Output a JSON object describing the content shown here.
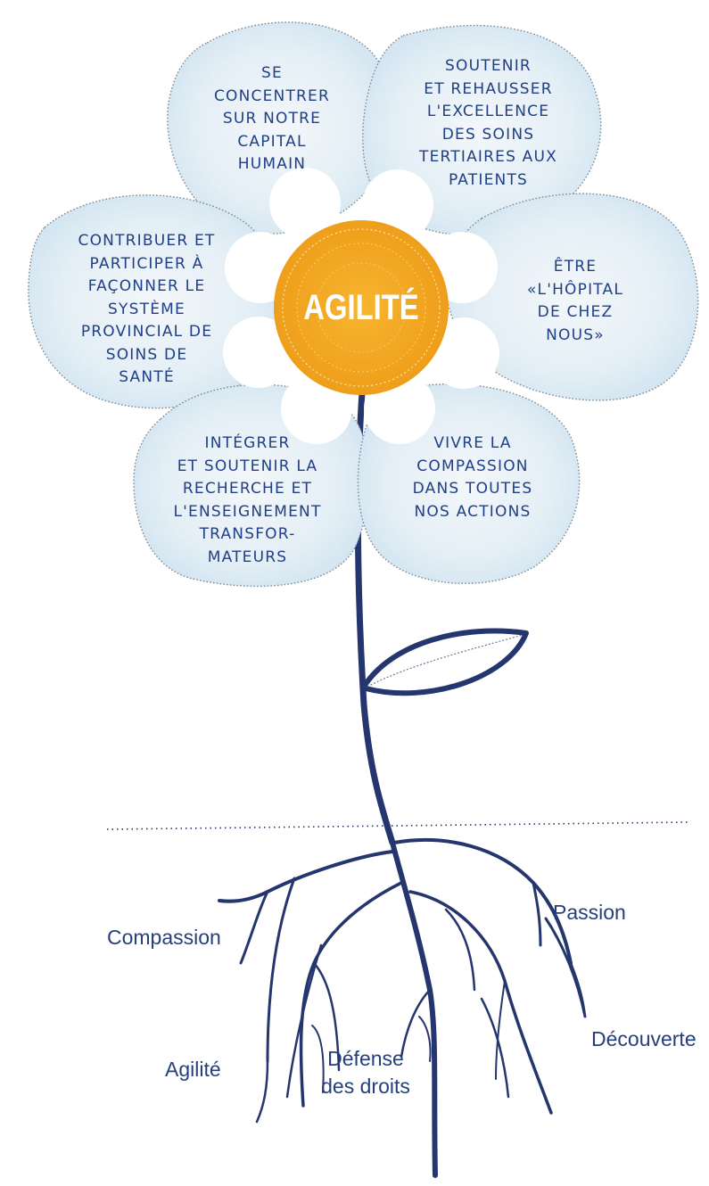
{
  "center": {
    "label": "AGILITÉ"
  },
  "petals": [
    {
      "id": "top-left",
      "text": "SE\nCONCENTRER\nSUR NOTRE\nCAPITAL\nHUMAIN"
    },
    {
      "id": "top-right",
      "text": "SOUTENIR\nET REHAUSSER\nL'EXCELLENCE\nDES SOINS\nTERTIAIRES AUX\nPATIENTS"
    },
    {
      "id": "left",
      "text": "CONTRIBUER ET\nPARTICIPER À\nFAÇONNER LE\nSYSTÈME\nPROVINCIAL DE\nSOINS DE\nSANTÉ"
    },
    {
      "id": "right",
      "text": "ÊTRE\n«L'HÔPITAL\nDE CHEZ\nNOUS»"
    },
    {
      "id": "bottom-left",
      "text": "INTÉGRER\nET SOUTENIR LA\nRECHERCHE ET\nL'ENSEIGNEMENT\nTRANSFOR-\nMATEURS"
    },
    {
      "id": "bottom-right",
      "text": "VIVRE LA\nCOMPASSION\nDANS TOUTES\nNOS ACTIONS"
    }
  ],
  "roots": [
    {
      "id": "compassion",
      "label": "Compassion"
    },
    {
      "id": "passion",
      "label": "Passion"
    },
    {
      "id": "decouverte",
      "label": "Découverte"
    },
    {
      "id": "agilite",
      "label": "Agilité"
    },
    {
      "id": "defense",
      "label": "Défense\ndes droits"
    }
  ],
  "colors": {
    "petal_fill": "#cfe3f1",
    "petal_fill_light": "#f4f8fb",
    "center": "#f2a925",
    "stem": "#25366e",
    "text": "#1f3f86"
  }
}
